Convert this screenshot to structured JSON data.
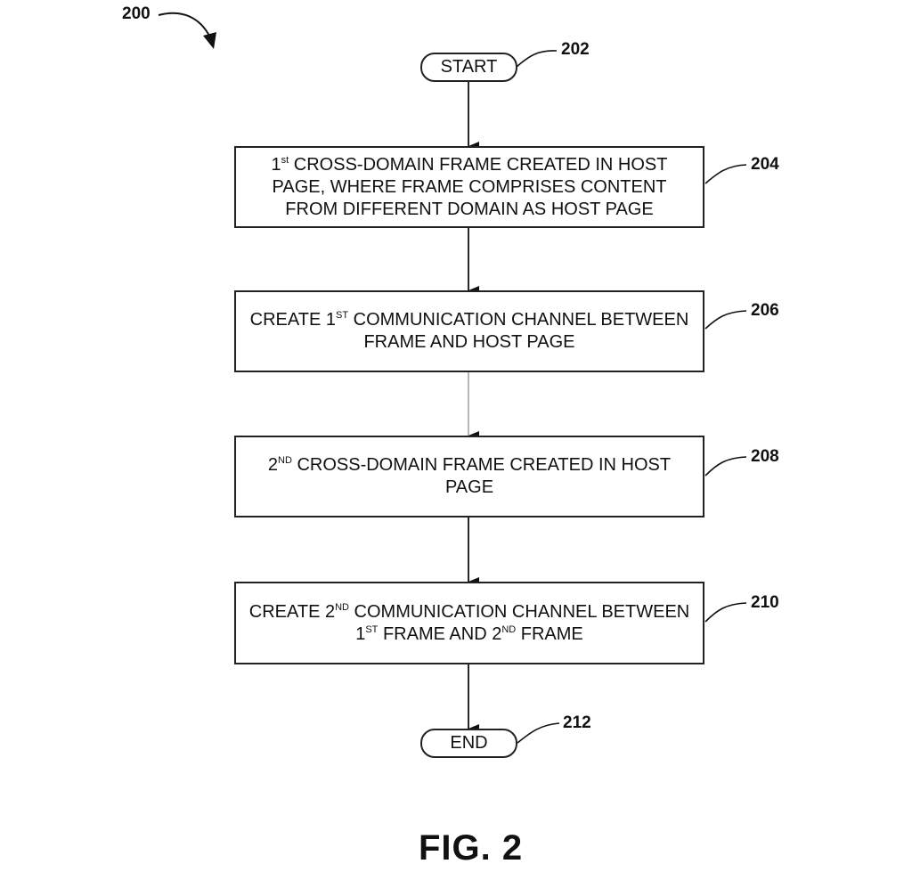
{
  "figure": {
    "label": "FIG. 2",
    "ref": "200"
  },
  "nodes": {
    "start": {
      "ref": "202",
      "label": "START"
    },
    "step204": {
      "ref": "204",
      "line1_pre": "1",
      "line1_sup": "st",
      "line1_post": " CROSS-DOMAIN FRAME CREATED IN HOST",
      "line2": "PAGE, WHERE FRAME COMPRISES CONTENT",
      "line3": "FROM DIFFERENT DOMAIN AS HOST PAGE"
    },
    "step206": {
      "ref": "206",
      "line1_pre": "CREATE 1",
      "line1_sup": "ST",
      "line1_post": " COMMUNICATION CHANNEL BETWEEN",
      "line2": "FRAME AND HOST PAGE"
    },
    "step208": {
      "ref": "208",
      "line1_pre": "2",
      "line1_sup": "ND",
      "line1_post": " CROSS-DOMAIN FRAME CREATED IN HOST",
      "line2": "PAGE"
    },
    "step210": {
      "ref": "210",
      "line1_pre": "CREATE 2",
      "line1_sup": "ND",
      "line1_post": " COMMUNICATION CHANNEL BETWEEN",
      "line2_a": "1",
      "line2_sup1": "ST",
      "line2_b": " FRAME AND 2",
      "line2_sup2": "ND",
      "line2_c": " FRAME"
    },
    "end": {
      "ref": "212",
      "label": "END"
    }
  },
  "edges": [
    {
      "from": "start",
      "to": "step204"
    },
    {
      "from": "step204",
      "to": "step206"
    },
    {
      "from": "step206",
      "to": "step208"
    },
    {
      "from": "step208",
      "to": "step210"
    },
    {
      "from": "step210",
      "to": "end"
    }
  ]
}
